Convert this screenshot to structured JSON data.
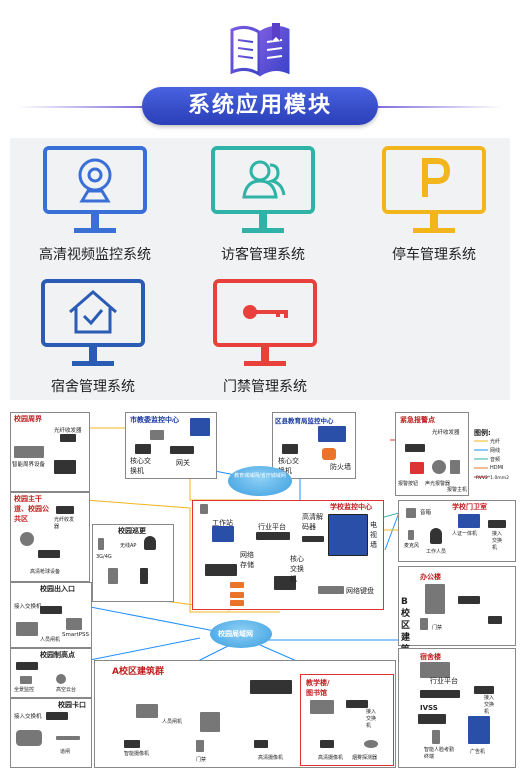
{
  "header": {
    "title": "系统应用模块",
    "icon": "book-icon",
    "accent_color": "#2f45c4"
  },
  "modules": [
    {
      "label": "高清视频监控系统",
      "icon": "camera-icon",
      "color": "#3a6fd8"
    },
    {
      "label": "访客管理系统",
      "icon": "users-icon",
      "color": "#2fb3a6"
    },
    {
      "label": "停车管理系统",
      "icon": "parking-icon",
      "color": "#f2b51c"
    },
    {
      "label": "宿舍管理系统",
      "icon": "house-check-icon",
      "color": "#2a5bb5"
    },
    {
      "label": "门禁管理系统",
      "icon": "key-icon",
      "color": "#e8403a"
    }
  ],
  "diagram": {
    "campus_perimeter": "校园周界",
    "optical_transceiver": "光纤收发器",
    "smart_perimeter_camera": "智能周界设备",
    "city_bureau_center": "市教委监控中心",
    "district_bureau_center": "区县教育局监控中心",
    "core_switch": "核心交换机",
    "gateway": "网关",
    "firewall": "防火墙",
    "emergency_alarm": "紧急报警点",
    "legend_title": "图例:",
    "legend_items": [
      "光纤",
      "网线",
      "音频",
      "HDMI",
      "RVV2*1.0mm2"
    ],
    "edu_network": "教育城域网/省厅城域网",
    "school_monitor_center": "学校监控中心",
    "main_roads": "校园主干道、校园公共区",
    "hd_dome_camera": "高清枪球设备",
    "campus_patrol": "校园巡更",
    "wireless_ap": "无线AP",
    "cellular": "3G/4G",
    "workstation": "工作站",
    "platform": "行业平台",
    "hd_decoder": "高清解码器",
    "video_wall": "电视墙",
    "network_storage": "网络存储",
    "network_keyboard": "网络键盘",
    "school_gate": "学校门卫室",
    "all_in_one": "人证一体机",
    "access_switch": "接入交换机",
    "speaker": "音箱",
    "microphone": "麦克风",
    "staff": "工作人员",
    "entrance": "校园出入口",
    "smartpss": "SmartPSS",
    "entry_gate": "人员闸机",
    "campus_lan": "校园局域网",
    "office_building": "办公楼",
    "door_lock": "门禁",
    "campus_b": "B校区建筑群",
    "high_points": "校园制高点",
    "panorama_camera": "全景监控",
    "thermal_camera": "高空云台",
    "dormitory": "宿舍楼",
    "ivss": "IVSS",
    "face_terminal": "智能人脸考勤终端",
    "ad_player": "广告机",
    "campus_a": "A校区建筑群",
    "teaching_building": "教学楼/图书馆",
    "campus_card": "校园卡口",
    "vehicle_gate": "道闸",
    "smart_camera": "智能摄像机",
    "hd_camera": "高清摄像机",
    "smoke_detector": "烟雾探测器",
    "alarm_button": "报警按钮",
    "bullet_light": "声光报警器",
    "alarm_box": "报警主机"
  }
}
